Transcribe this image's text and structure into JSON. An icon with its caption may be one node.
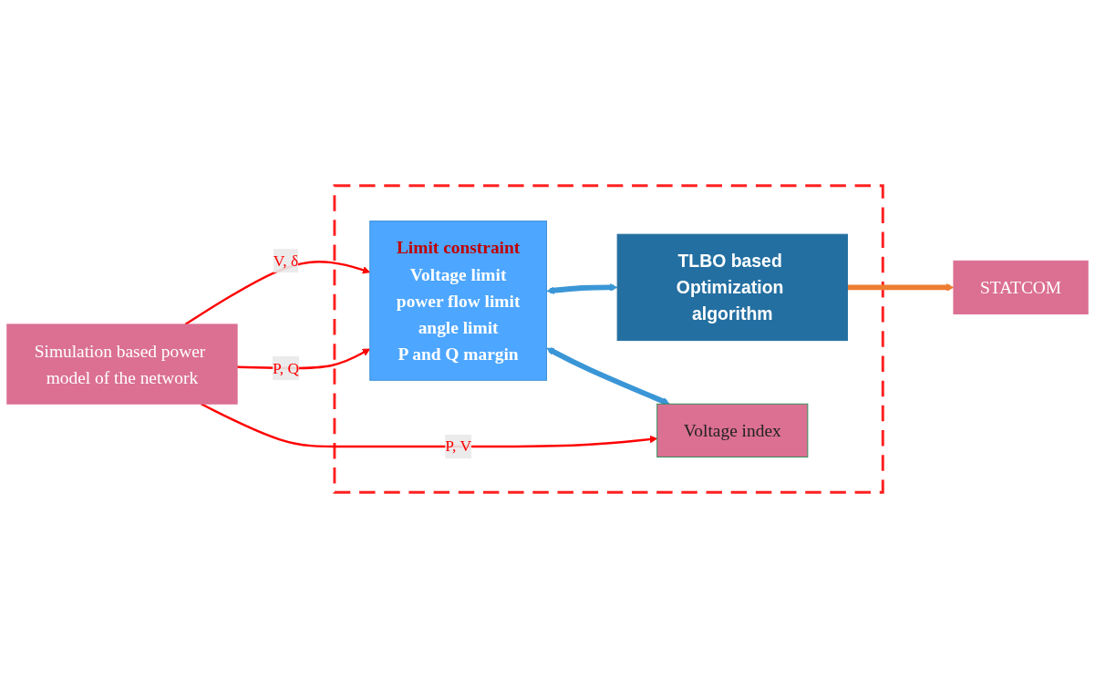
{
  "diagram": {
    "nodes": [
      {
        "text": [
          "STATCOM"
        ]
      },
      {
        "text": [],
        "shape": "box"
      },
      {
        "text": [
          "TLBO based Optimization algorithm"
        ],
        "in": 1
      },
      {
        "text": [
          "Limit constraint",
          "Voltage limit",
          "power flow limit",
          "angle limit",
          "P and Q margin"
        ],
        "in": 1
      },
      {
        "text": [
          "Voltage index"
        ],
        "in": 1
      },
      {
        "text": [
          "Simulation based power model of the network"
        ]
      }
    ],
    "edges": [
      {
        "from": 2,
        "to": 0,
        "arrow": "to",
        "style": "thick",
        "color": "#ed7d31"
      },
      {
        "from": 3,
        "to": 2,
        "arrow": "both",
        "style": "thick",
        "color": "#3a96d6"
      },
      {
        "from": 3,
        "to": 4,
        "arrow": "both",
        "style": "thick",
        "color": "#3a96d6"
      },
      {
        "from": 5,
        "to": 3,
        "arrow": "to",
        "label": "V, δ"
      },
      {
        "from": 5,
        "to": 3,
        "arrow": "to",
        "label": "P, Q"
      },
      {
        "from": 5,
        "to": 4,
        "arrow": "to",
        "label": "P, V"
      }
    ]
  }
}
